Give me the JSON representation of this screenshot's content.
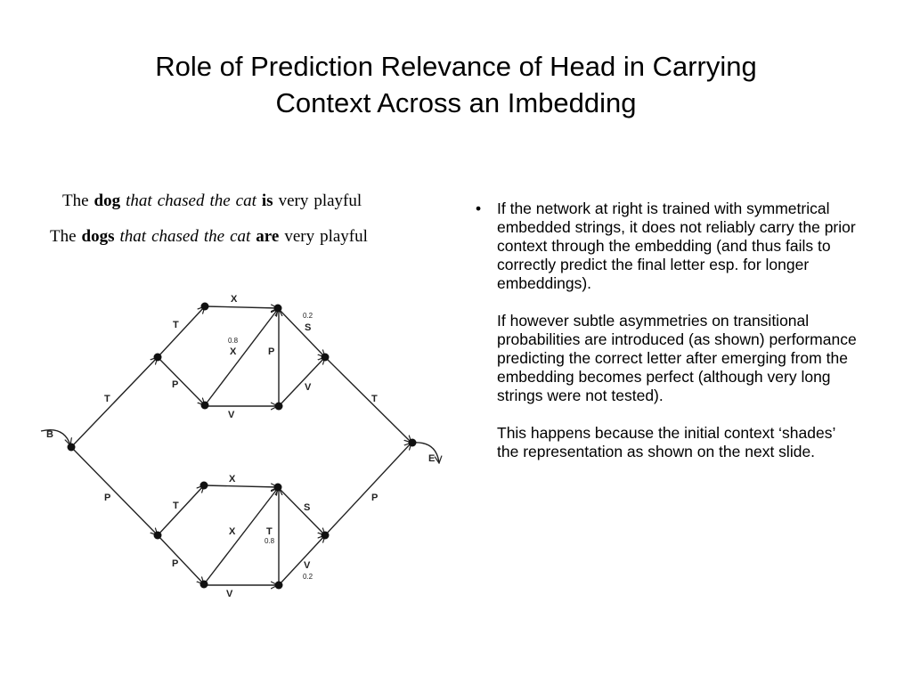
{
  "slide": {
    "title_line1": "Role of Prediction Relevance of Head in Carrying",
    "title_line2": "Context Across an Imbedding"
  },
  "sentences": [
    {
      "w1": "The",
      "w2": "dog",
      "w3": "that",
      "w4": "chased",
      "w5": "the",
      "w6": "cat",
      "w7": "is",
      "w8": "very",
      "w9": "playful"
    },
    {
      "w1": "The",
      "w2": "dogs",
      "w3": "that",
      "w4": "chased",
      "w5": "the",
      "w6": "cat",
      "w7": "are",
      "w8": "very",
      "w9": "playful"
    }
  ],
  "diagram": {
    "edge_labels": {
      "B": "B",
      "E": "E",
      "t_top_T": "T",
      "t_top_P": "P",
      "t_bot_T": "T",
      "t_bot_P": "P",
      "u_X": "X",
      "u_P": "P",
      "u_S": "S",
      "u_V": "V",
      "u_T": "T",
      "u_cross_X": "X",
      "u_bot_V": "V",
      "l_X": "X",
      "l_P": "P",
      "l_S": "S",
      "l_V": "V",
      "l_T": "T",
      "l_cross_X": "X",
      "l_bot_V": "V",
      "out_T": "T",
      "out_P": "P"
    },
    "probabilities": {
      "upper_S": "0.2",
      "upper_X": "0.8",
      "lower_P": "0.8",
      "lower_V": "0.2"
    }
  },
  "bullets": [
    {
      "marker": "•",
      "text": "If the network at right is trained with symmetrical embedded strings, it does not reliably carry the prior context through the embedding (and thus fails to correctly predict the final letter esp. for longer embeddings)."
    },
    {
      "marker": "",
      "text": "If however subtle asymmetries on transitional probabilities are introduced (as shown) performance predicting the correct letter after emerging from the embedding becomes perfect (although very long strings were not tested)."
    },
    {
      "marker": "",
      "text": "This happens because the initial context ‘shades’ the representation as shown on the next slide."
    }
  ]
}
